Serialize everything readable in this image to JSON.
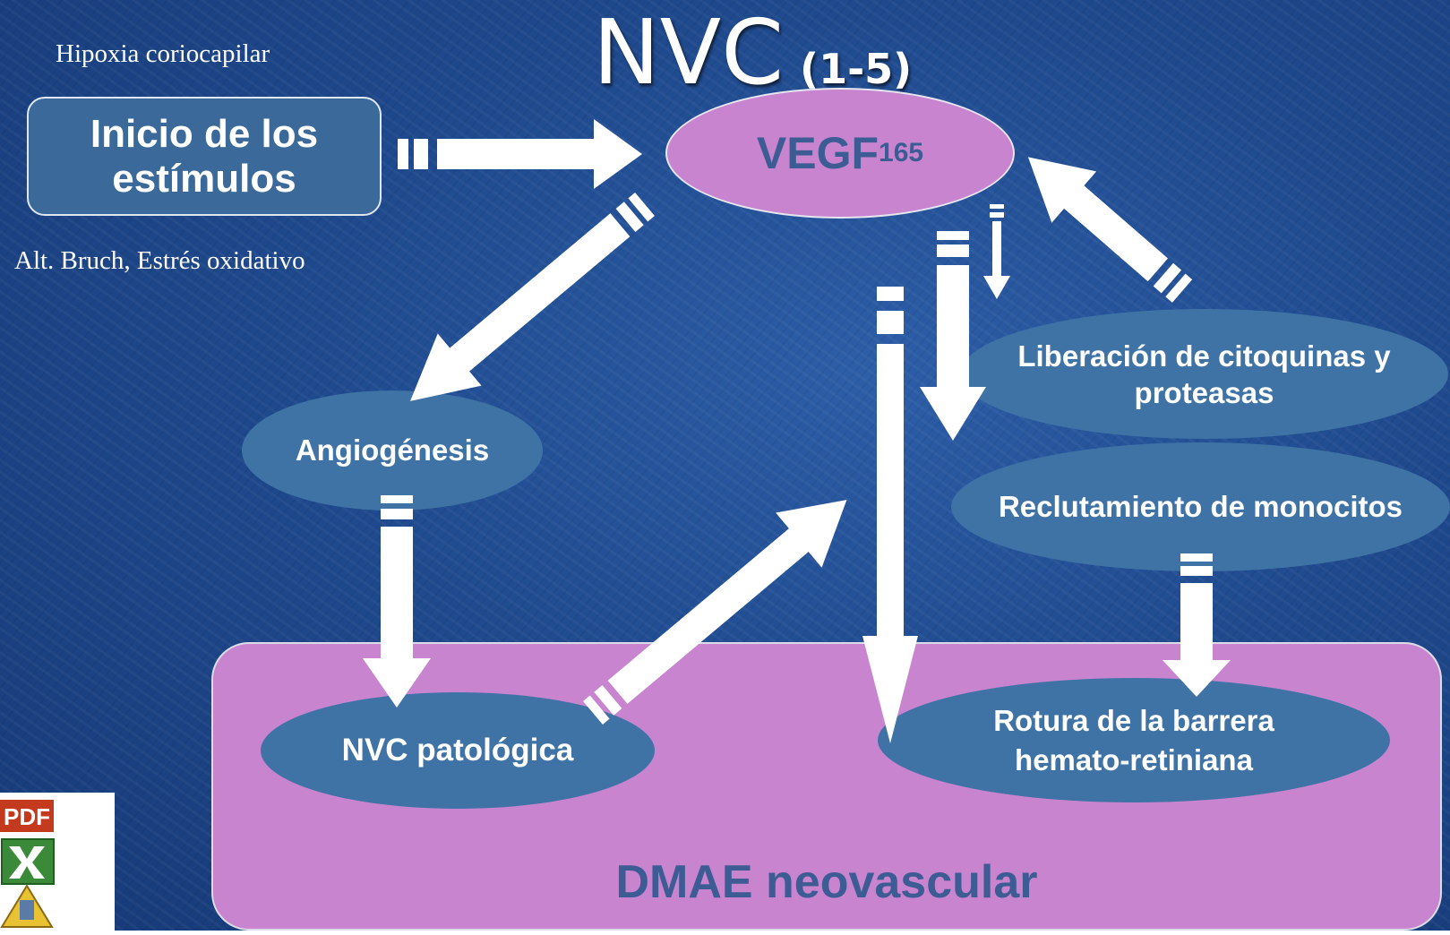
{
  "title": {
    "main": "NVC",
    "ref": "(1-5)"
  },
  "notes": {
    "hypoxia": "Hipoxia coriocapilar",
    "bruch": "Alt. Bruch, Estrés oxidativo"
  },
  "nodes": {
    "start_line1": "Inicio de los",
    "start_line2": "estímulos",
    "vegf": "VEGF",
    "vegf_sub": "165",
    "angiogenesis": "Angiogénesis",
    "liberacion_line1": "Liberación de citoquinas y",
    "liberacion_line2": "proteasas",
    "reclutamiento": "Reclutamiento de monocitos",
    "nvc_patologica": "NVC patológica",
    "rotura_line1": "Rotura de la barrera",
    "rotura_line2": "hemato-retiniana",
    "dmae": "DMAE neovascular"
  },
  "icon": {
    "name": "pdf-excel-icon",
    "text": "PDF"
  },
  "colors": {
    "background": "#1f4a8e",
    "purple": "#c884cf",
    "blue_node": "#3f73a6",
    "dark_text": "#3c5c93",
    "arrow": "#ffffff"
  }
}
